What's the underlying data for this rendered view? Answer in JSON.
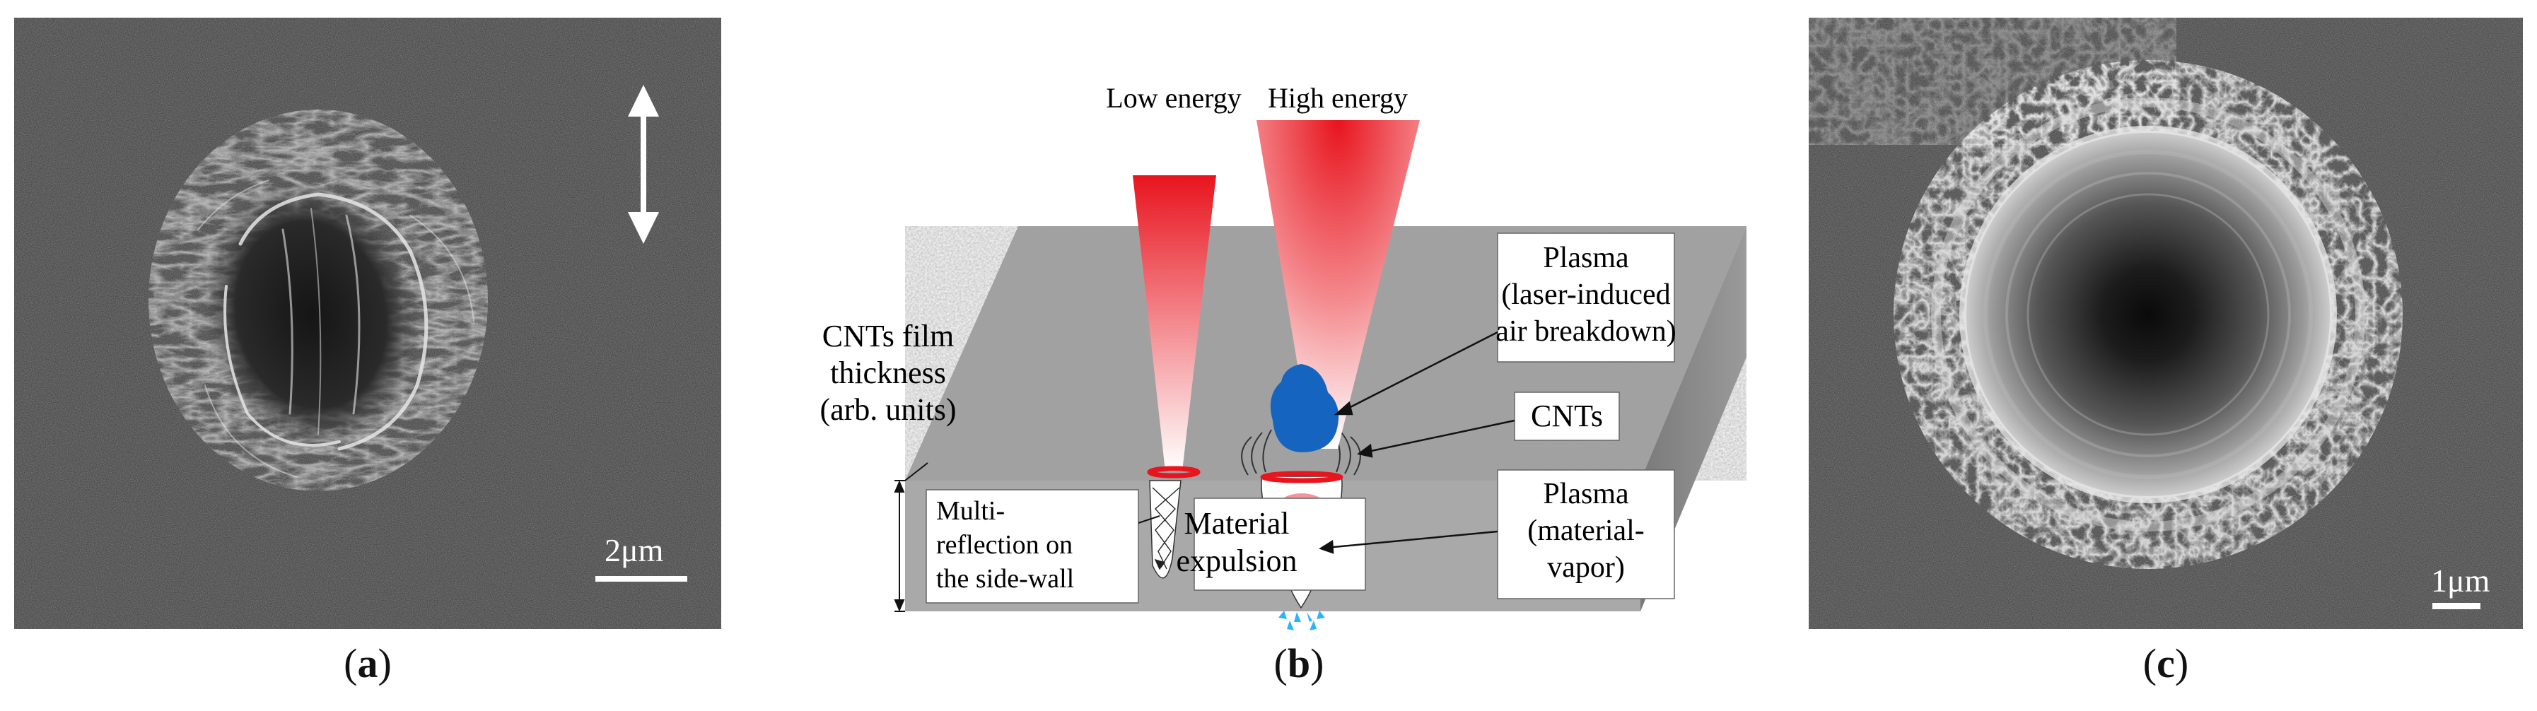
{
  "panel_a": {
    "caption_letter": "a",
    "scale_label": "2μm"
  },
  "panel_b": {
    "caption_letter": "b",
    "beam_low_label": "Low energy",
    "beam_high_label": "High energy",
    "film_thickness_label": [
      "CNTs film",
      "thickness",
      "(arb. units)"
    ],
    "multi_reflection_label": [
      "Multi-",
      "reflection on",
      "the side-wall"
    ],
    "material_expulsion_label": [
      "Material",
      "expulsion"
    ],
    "plasma_air_label": [
      "Plasma",
      "(laser-induced",
      "air breakdown)"
    ],
    "cnts_label": "CNTs",
    "plasma_vapor_label": [
      "Plasma",
      "(material-",
      "vapor)"
    ],
    "colors": {
      "laser_red": "#e8141e",
      "plasma_blue": "#1565c0",
      "vapor_cyan": "#29b6f6",
      "film_gray": "#9a9a9a",
      "block_gray": "#a8a8a8"
    }
  },
  "panel_c": {
    "caption_letter": "c",
    "scale_label": "1μm"
  }
}
